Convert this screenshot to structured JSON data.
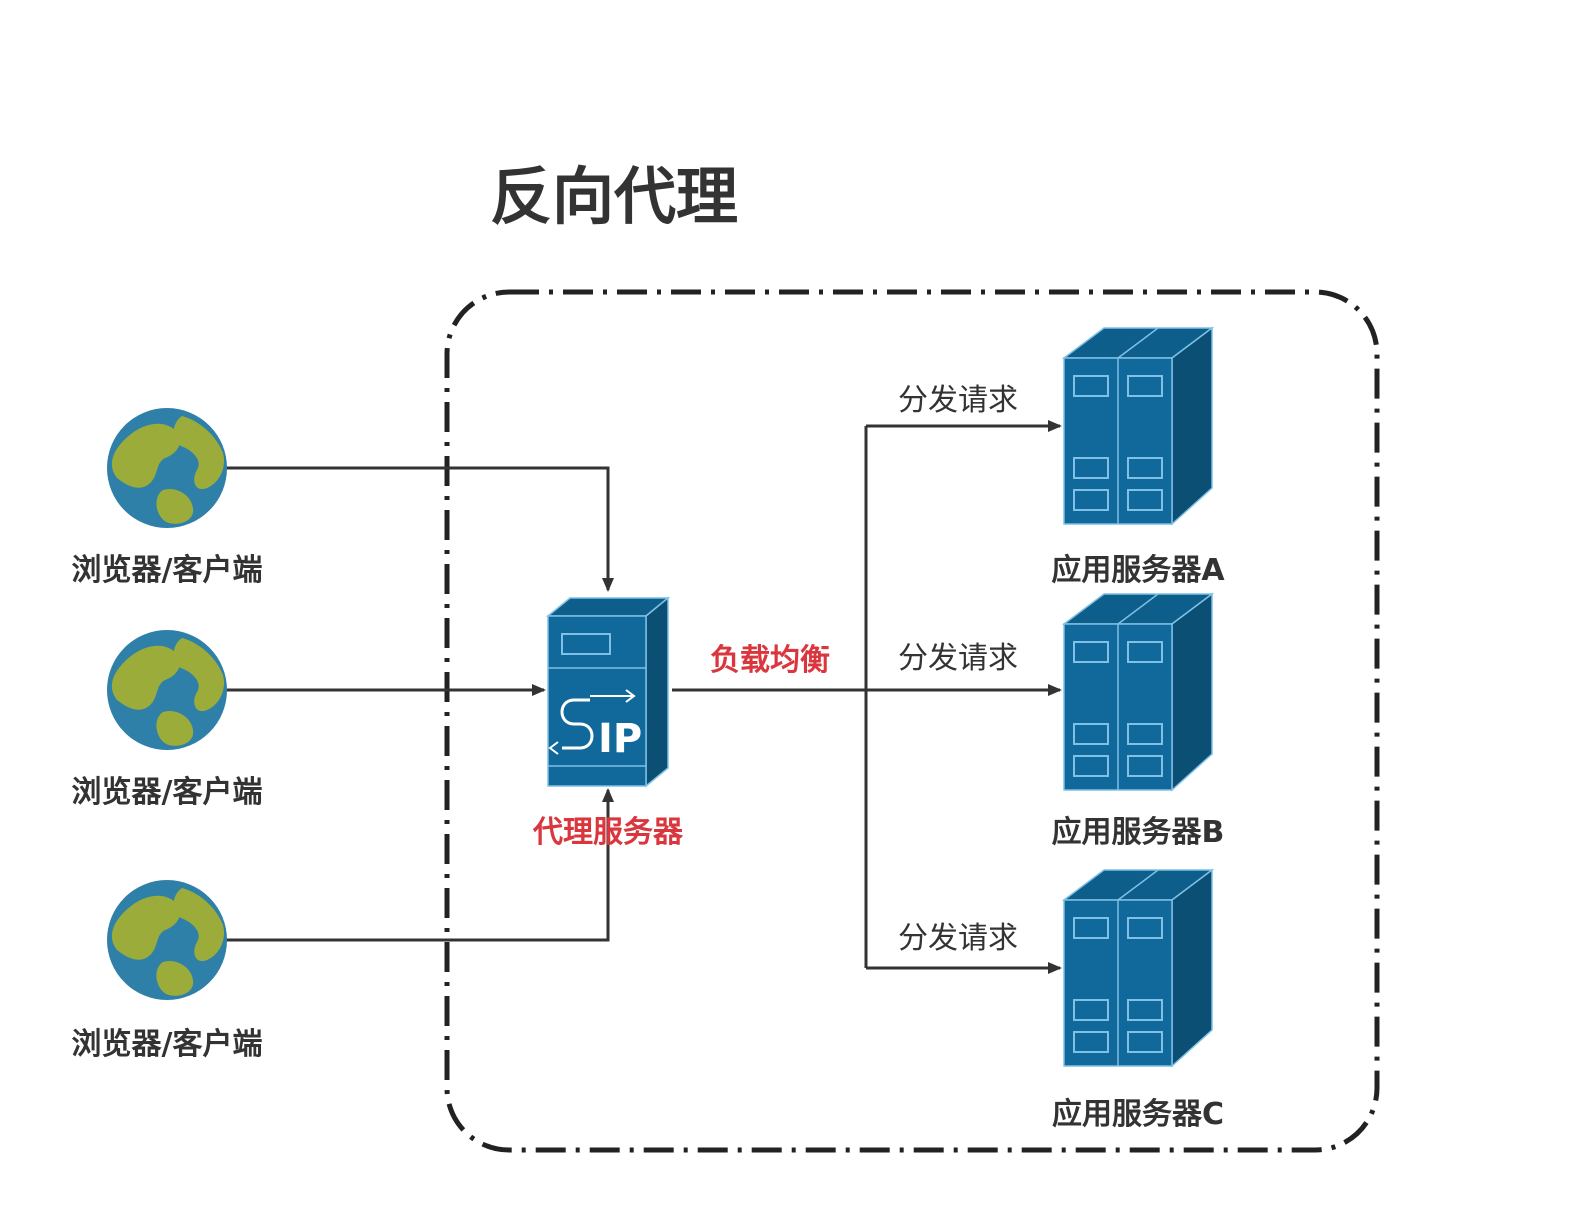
{
  "title": "反向代理",
  "clients": [
    {
      "label": "浏览器/客户端"
    },
    {
      "label": "浏览器/客户端"
    },
    {
      "label": "浏览器/客户端"
    }
  ],
  "proxy": {
    "label": "代理服务器",
    "icon_text": "IP"
  },
  "load_balance_label": "负载均衡",
  "servers": [
    {
      "label": "应用服务器A",
      "edge_label": "分发请求"
    },
    {
      "label": "应用服务器B",
      "edge_label": "分发请求"
    },
    {
      "label": "应用服务器C",
      "edge_label": "分发请求"
    }
  ],
  "colors": {
    "title": "#333333",
    "label": "#333333",
    "accent_red": "#d9363e",
    "arrow": "#333333",
    "server_fill": "#10699a",
    "server_stroke": "#7fc0e6",
    "globe_ocean": "#2f80a8",
    "globe_land": "#9cac3a"
  }
}
